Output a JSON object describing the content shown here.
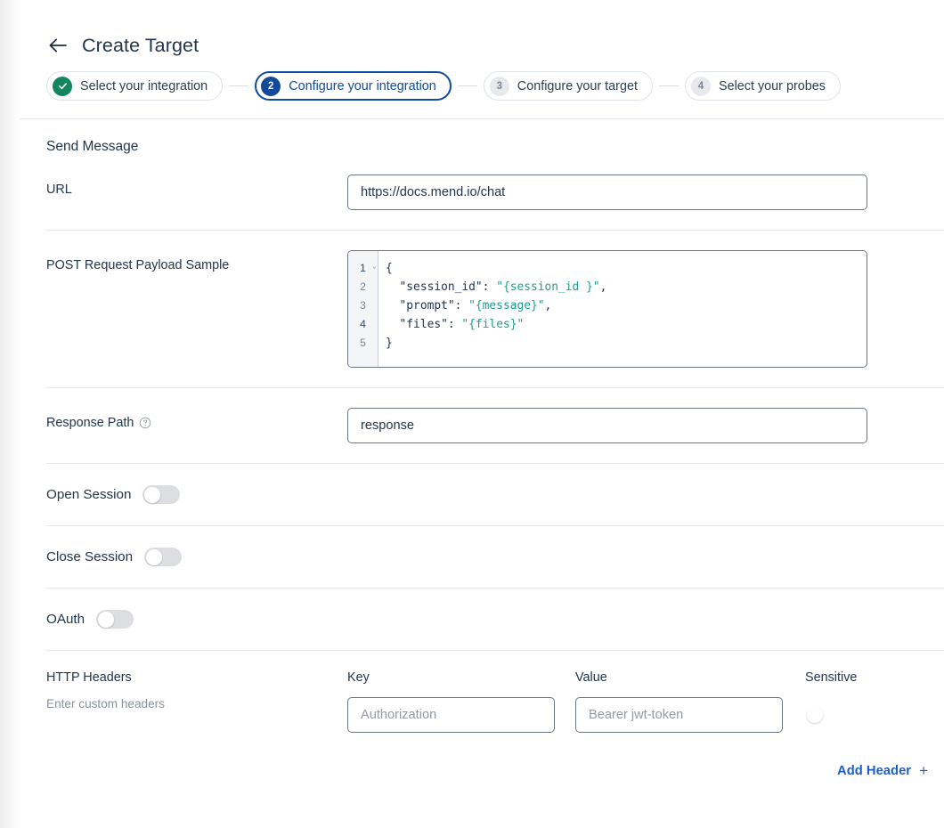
{
  "header": {
    "back_icon": "arrow-left-icon",
    "title": "Create Target"
  },
  "stepper": {
    "steps": [
      {
        "marker": "check",
        "label": "Select your integration",
        "state": "done"
      },
      {
        "marker": "2",
        "label": "Configure your integration",
        "state": "active"
      },
      {
        "marker": "3",
        "label": "Configure your target",
        "state": "todo"
      },
      {
        "marker": "4",
        "label": "Select your probes",
        "state": "todo"
      }
    ]
  },
  "form": {
    "section_title": "Send Message",
    "url": {
      "label": "URL",
      "value": "https://docs.mend.io/chat"
    },
    "payload": {
      "label": "POST Request Payload Sample",
      "line_numbers": [
        "1",
        "2",
        "3",
        "4",
        "5"
      ],
      "fold_glyph": "⌄",
      "lines": [
        {
          "indent": "",
          "segments": [
            {
              "text": "{",
              "type": "punc"
            }
          ]
        },
        {
          "indent": "  ",
          "segments": [
            {
              "text": "\"session_id\": ",
              "type": "key"
            },
            {
              "text": "\"{session_id }\"",
              "type": "str"
            },
            {
              "text": ",",
              "type": "punc"
            }
          ]
        },
        {
          "indent": "  ",
          "segments": [
            {
              "text": "\"prompt\": ",
              "type": "key"
            },
            {
              "text": "\"{message}\"",
              "type": "str"
            },
            {
              "text": ",",
              "type": "punc"
            }
          ]
        },
        {
          "indent": "  ",
          "segments": [
            {
              "text": "\"files\": ",
              "type": "key"
            },
            {
              "text": "\"{files}\"",
              "type": "str"
            }
          ]
        },
        {
          "indent": "",
          "segments": [
            {
              "text": "}",
              "type": "punc"
            }
          ]
        }
      ]
    },
    "response_path": {
      "label": "Response Path",
      "help_icon": "help-circle-icon",
      "value": "response"
    },
    "toggles": [
      {
        "label": "Open Session",
        "on": false,
        "name": "open-session"
      },
      {
        "label": "Close Session",
        "on": false,
        "name": "close-session"
      },
      {
        "label": "OAuth",
        "on": false,
        "name": "oauth"
      }
    ],
    "http_headers": {
      "label": "HTTP Headers",
      "sublabel": "Enter custom headers",
      "col_key": "Key",
      "col_value": "Value",
      "col_sensitive": "Sensitive",
      "key_placeholder": "Authorization",
      "value_placeholder": "Bearer jwt-token",
      "key_value": "",
      "value_value": "",
      "sensitive_on": false,
      "add_header_label": "Add Header",
      "add_header_plus": "+"
    }
  },
  "colors": {
    "accent_blue": "#12499b",
    "link_blue": "#1f5fc4",
    "success_green": "#13855f",
    "text_dark": "#22354d",
    "muted": "#8a929c",
    "string_teal": "#1f9d8f",
    "border": "#6c7683",
    "divider": "#e6e8ea"
  }
}
